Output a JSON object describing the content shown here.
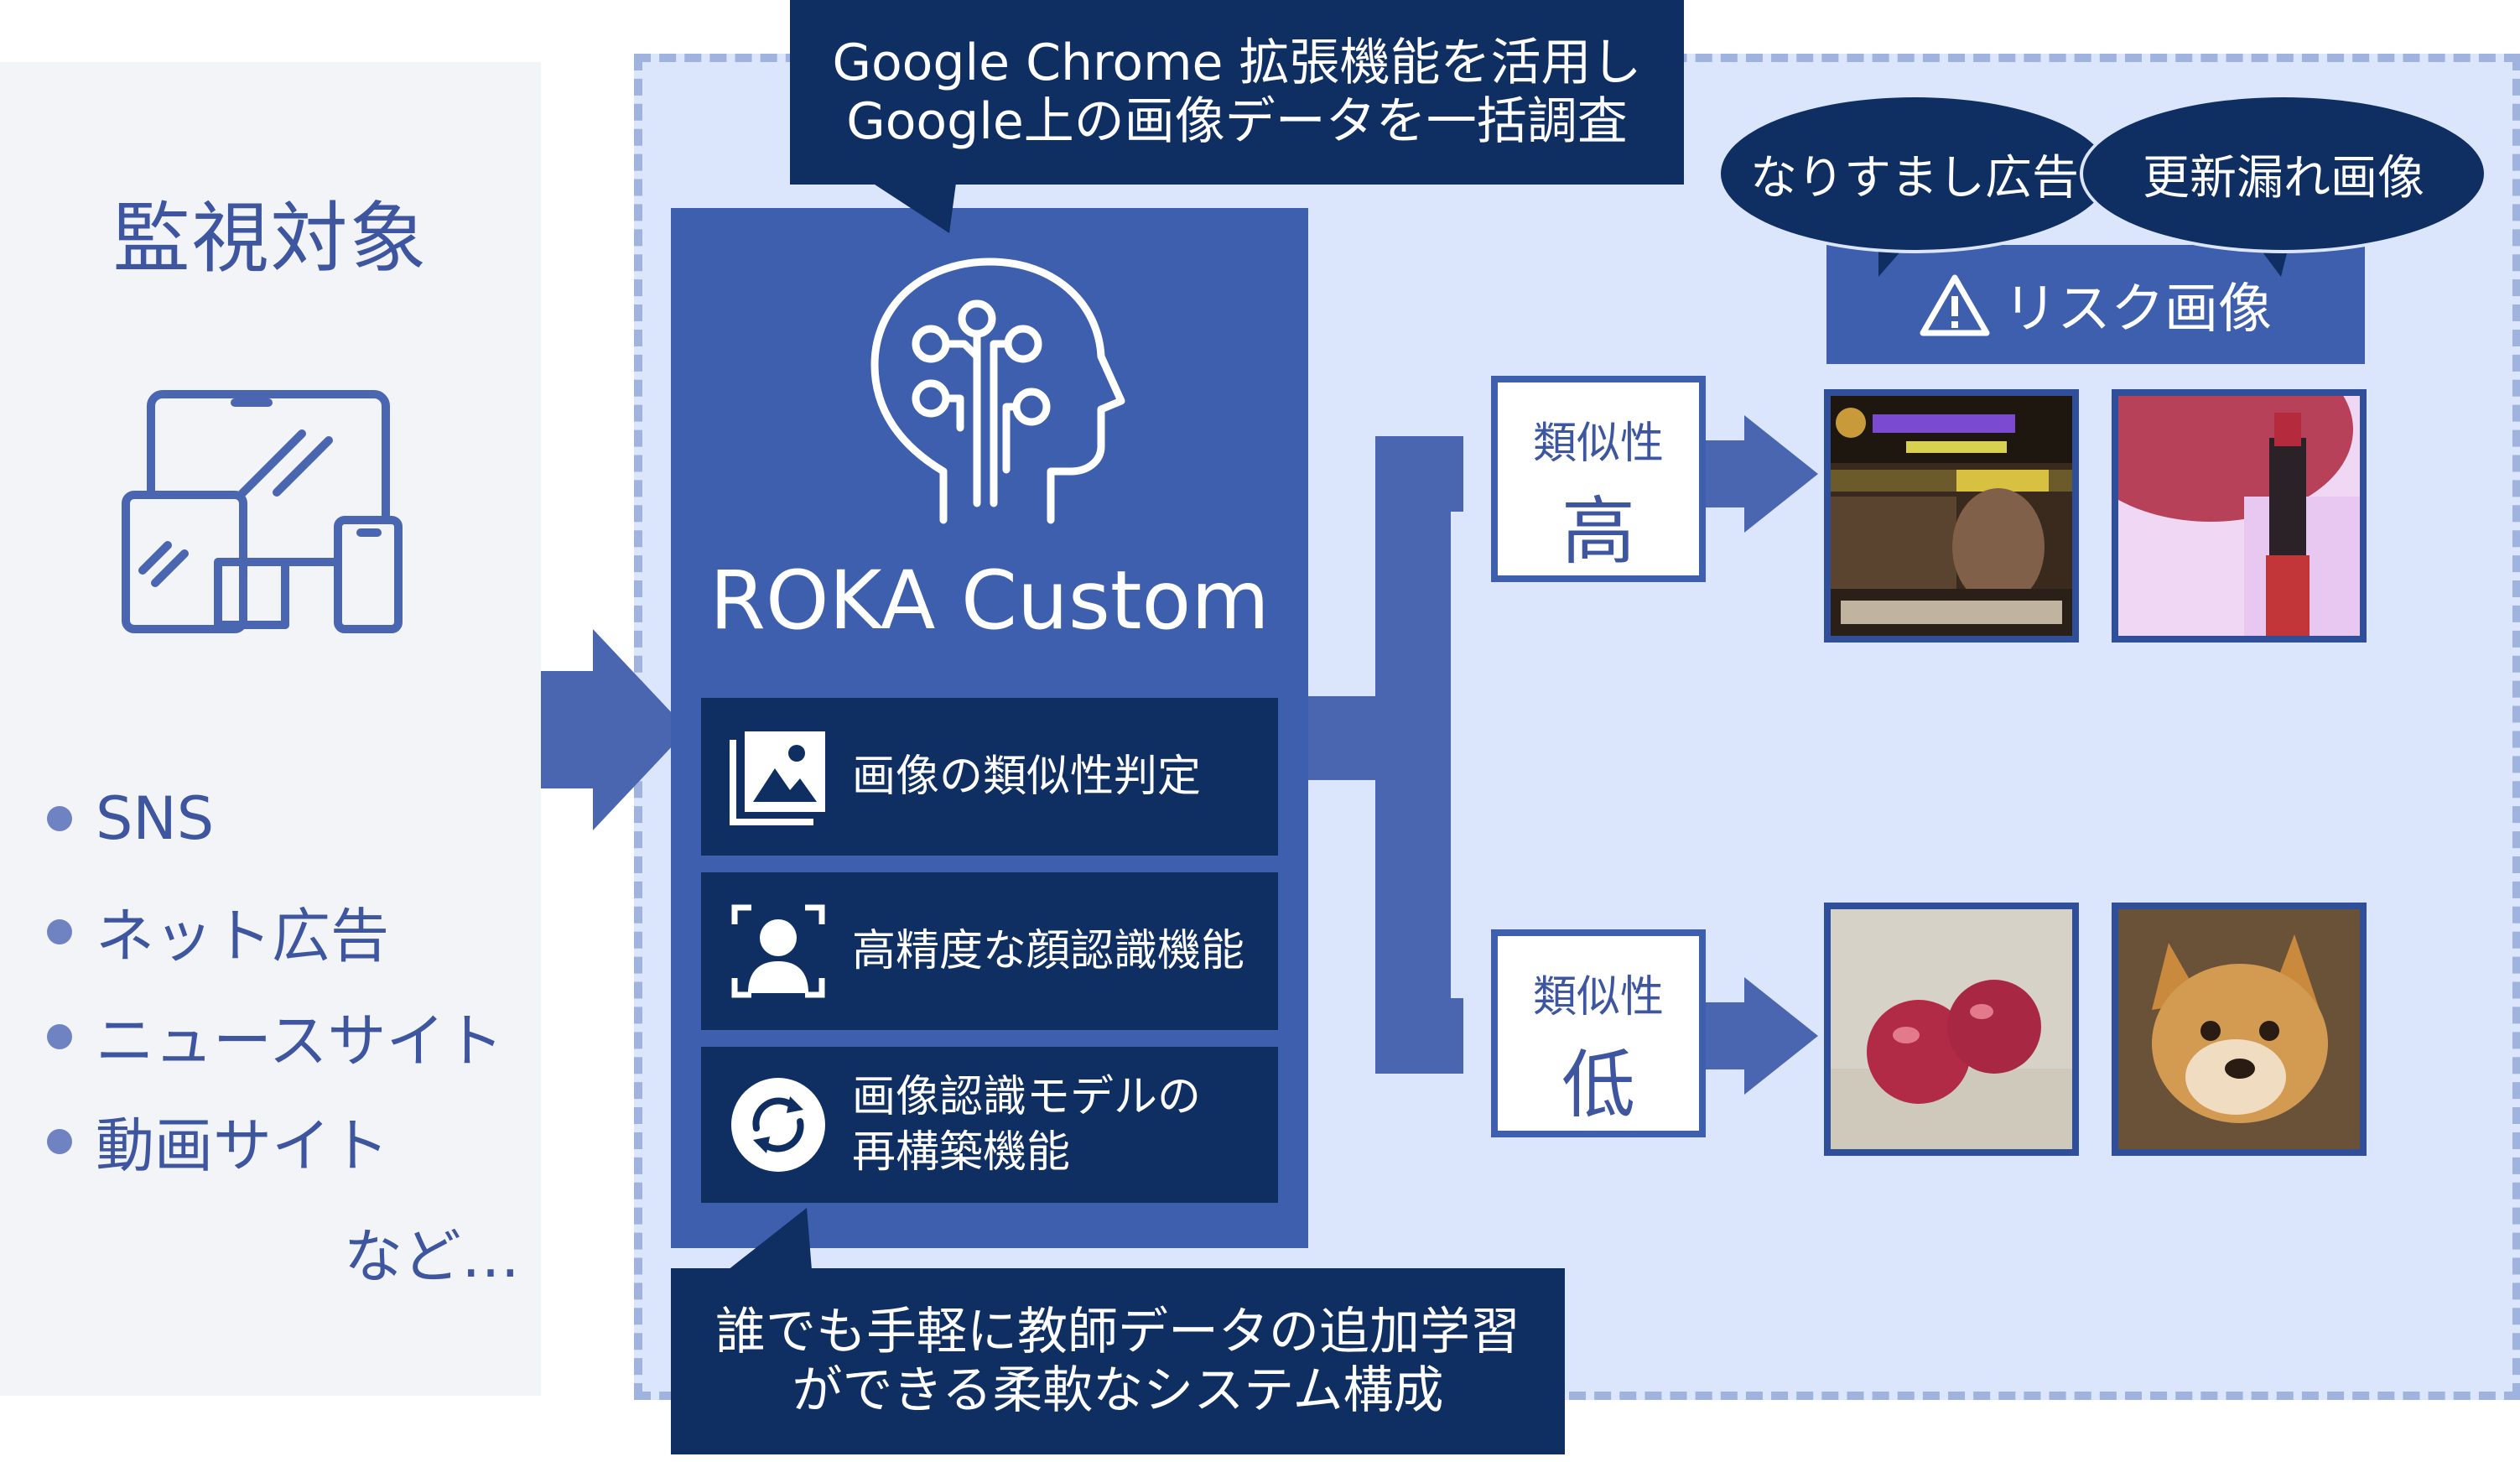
{
  "left_panel": {
    "title": "監視対象",
    "items": [
      "SNS",
      "ネット広告",
      "ニュースサイト",
      "動画サイト"
    ],
    "etc": "など…"
  },
  "roka": {
    "title": "ROKA Custom",
    "features": [
      {
        "label": "画像の類似性判定",
        "icon": "image-icon"
      },
      {
        "label": "高精度な顔認識機能",
        "icon": "face-recognition-icon"
      },
      {
        "label_line1": "画像認識モデルの",
        "label_line2": "再構築機能",
        "icon": "refresh-icon"
      }
    ]
  },
  "callouts": {
    "top_line1": "Google Chrome 拡張機能を活用し",
    "top_line2": "Google上の画像データを一括調査",
    "bottom_line1": "誰でも手軽に教師データの追加学習",
    "bottom_line2": "ができる柔軟なシステム構成"
  },
  "similarity": {
    "label": "類似性",
    "high": "高",
    "low": "低"
  },
  "risk": {
    "label": "リスク画像",
    "bubbles": [
      "なりすまし広告",
      "更新漏れ画像"
    ]
  },
  "thumbnails": {
    "high": [
      "ad-screenshot",
      "lipstick-photo"
    ],
    "low": [
      "apples-photo",
      "shiba-dog-photo"
    ]
  },
  "colors": {
    "dark_navy": "#0f2f63",
    "mid_blue": "#3e5fae",
    "light_area": "#dbe5fb",
    "text_blue": "#3e56a0"
  }
}
